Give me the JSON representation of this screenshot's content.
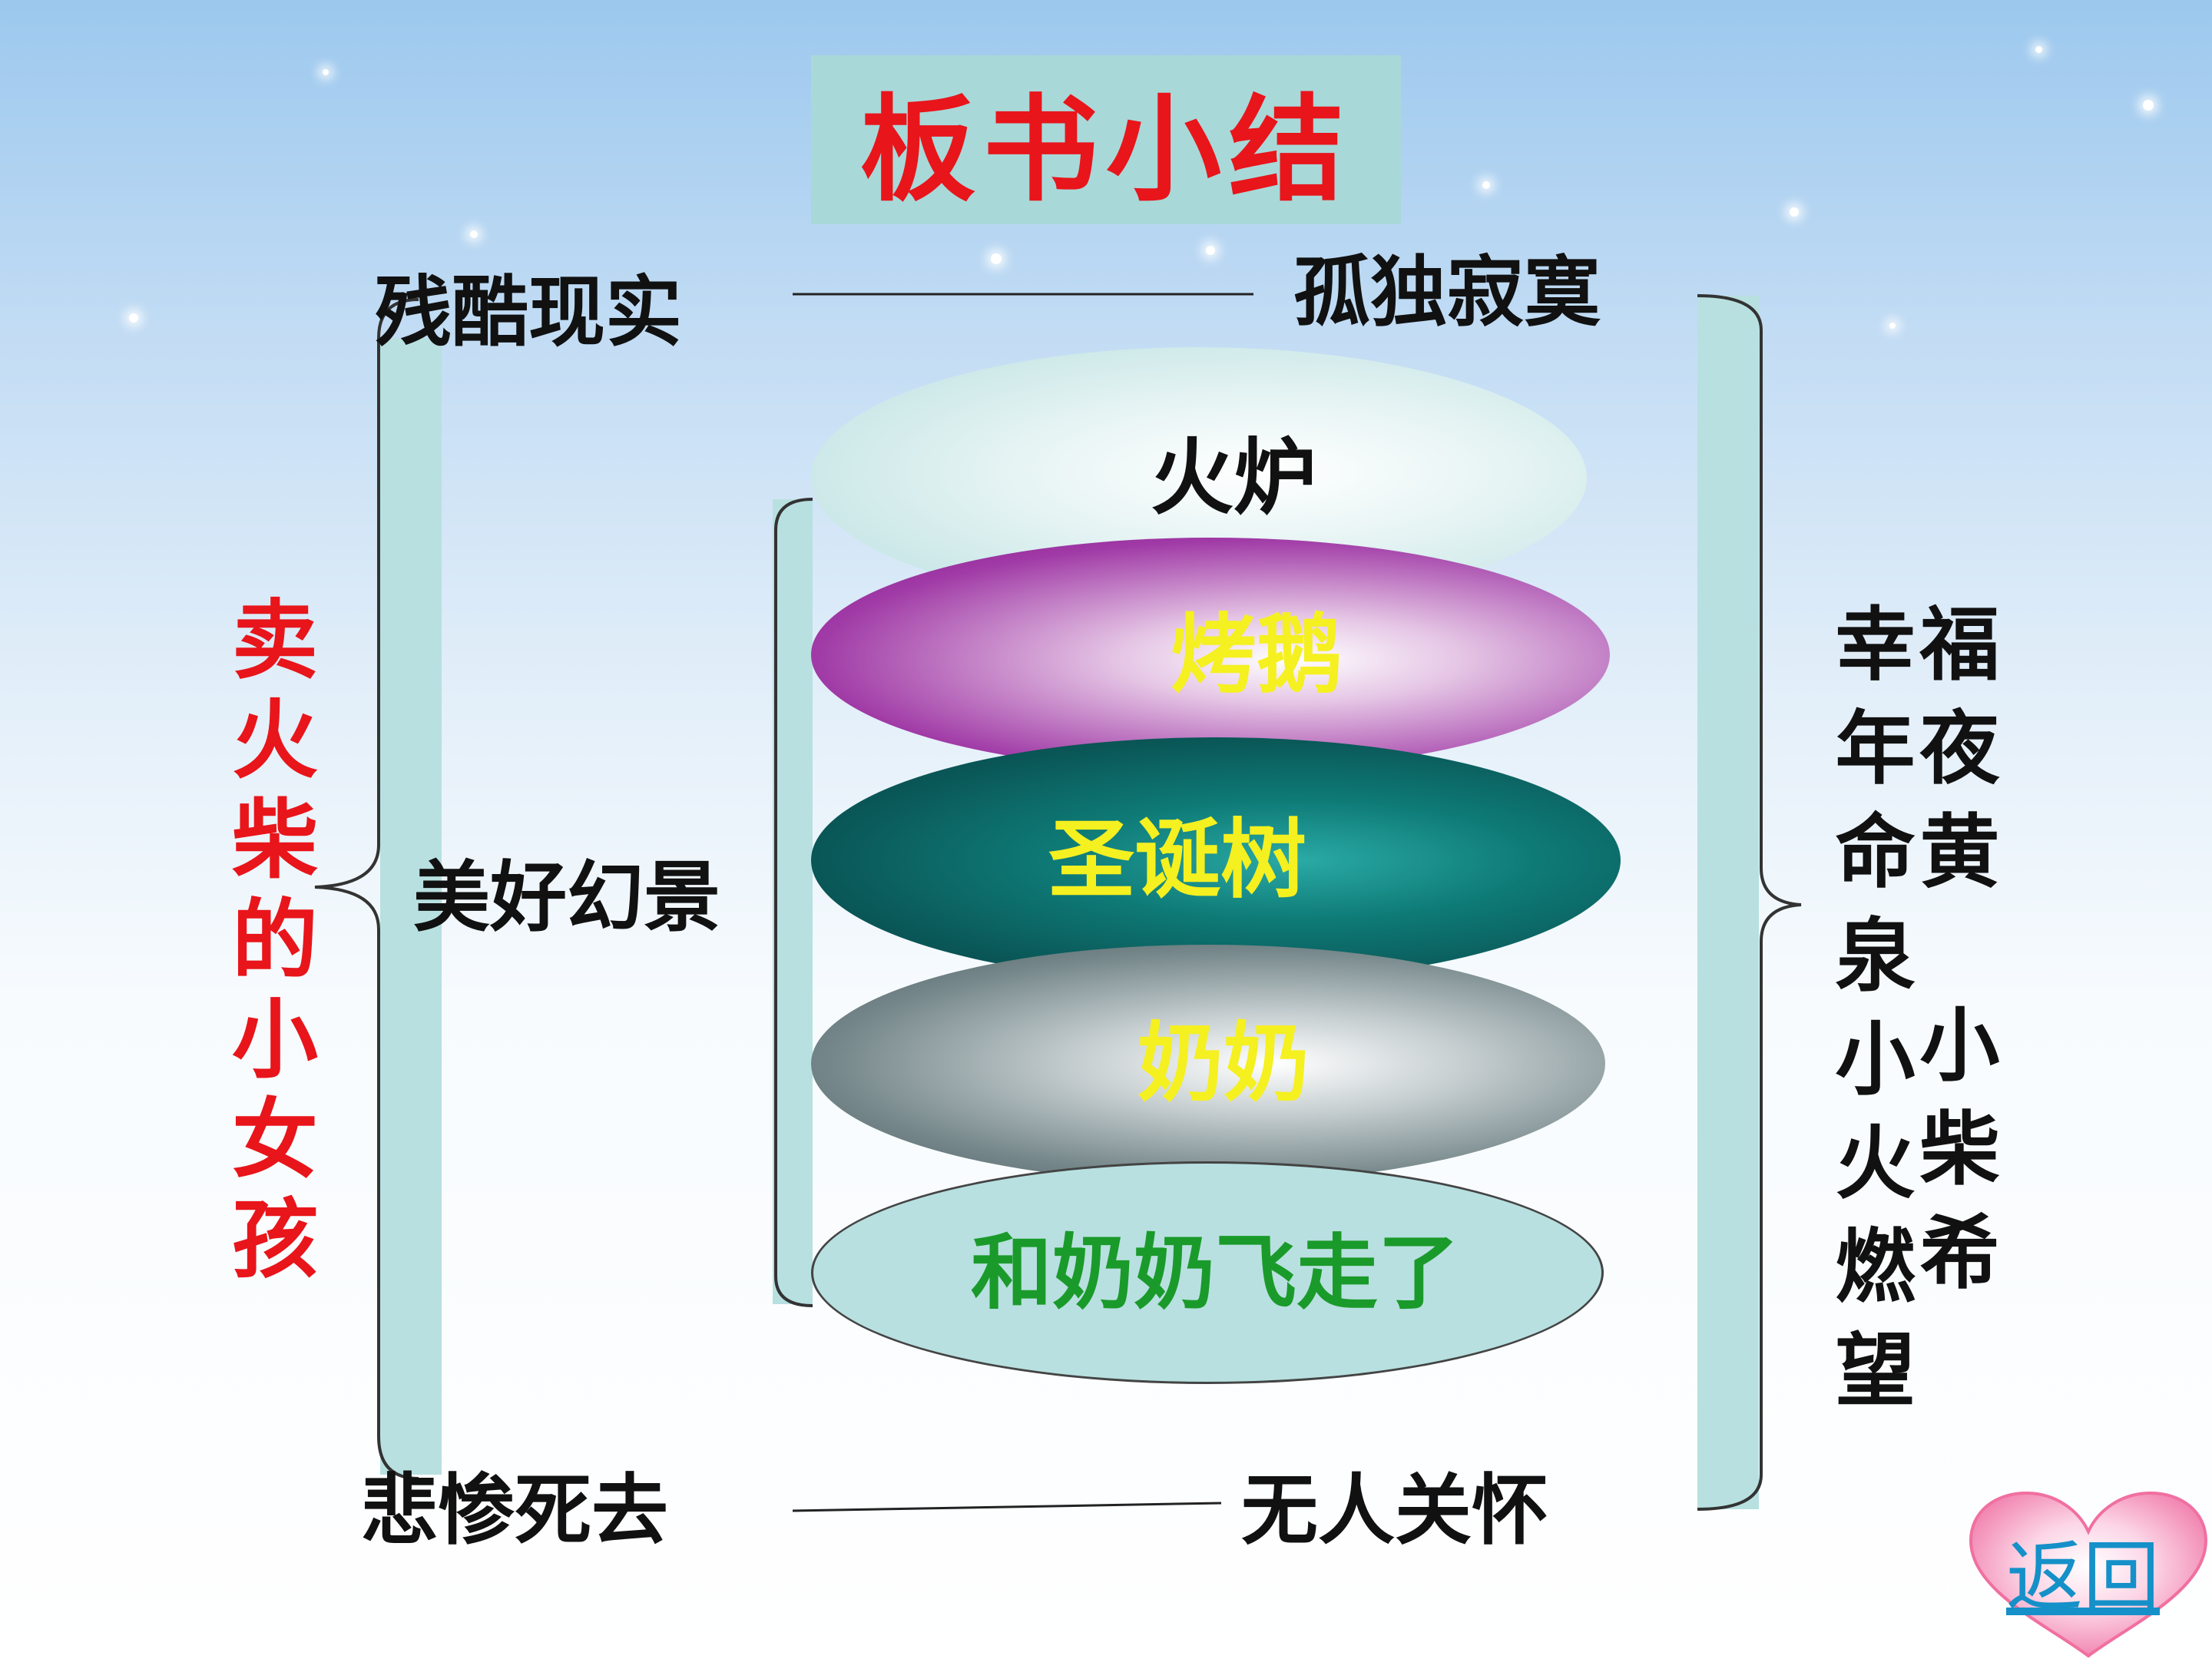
{
  "title": "板书小结",
  "top_left": "残酷现实",
  "top_right": "孤独寂寞",
  "middle_left": "美好幻景",
  "bottom_left": "悲惨死去",
  "bottom_right": "无人关怀",
  "main_subject": "卖火柴的小女孩",
  "right_column_1": "福夜黄",
  "right_column_2": "幸年命泉小火燃望",
  "right_column_3": "小柴希",
  "visions": [
    "火炉",
    "烤鹅",
    "圣诞树",
    "奶奶",
    "和奶奶飞走了"
  ],
  "back_button": "返回",
  "colors": {
    "title_text": "#e8151b",
    "title_box": "#a9d8d8",
    "bracket_bar": "#b8e0e0",
    "subject_text": "#e8151b",
    "vision_yellow": "#f5f020",
    "vision_green": "#1a9a2a"
  }
}
